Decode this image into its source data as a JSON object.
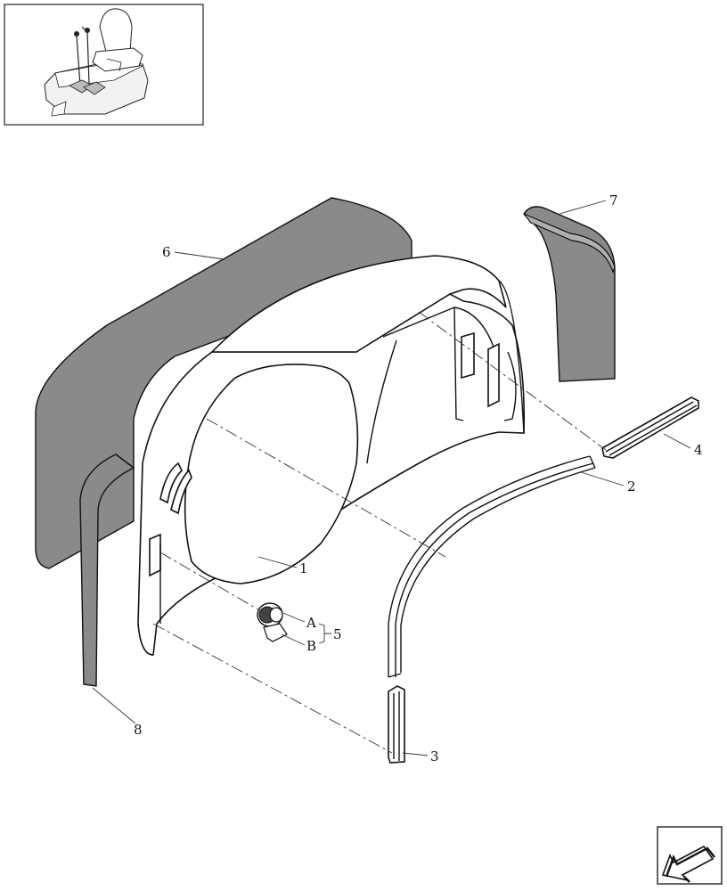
{
  "callouts": {
    "c1": "1",
    "c2": "2",
    "c3": "3",
    "c4": "4",
    "c5": "5",
    "c6": "6",
    "c7": "7",
    "c8": "8",
    "cA": "A",
    "cB": "B"
  },
  "icons": {
    "thumbnail": "machine-overview-icon",
    "nav": "back-arrow-icon"
  }
}
